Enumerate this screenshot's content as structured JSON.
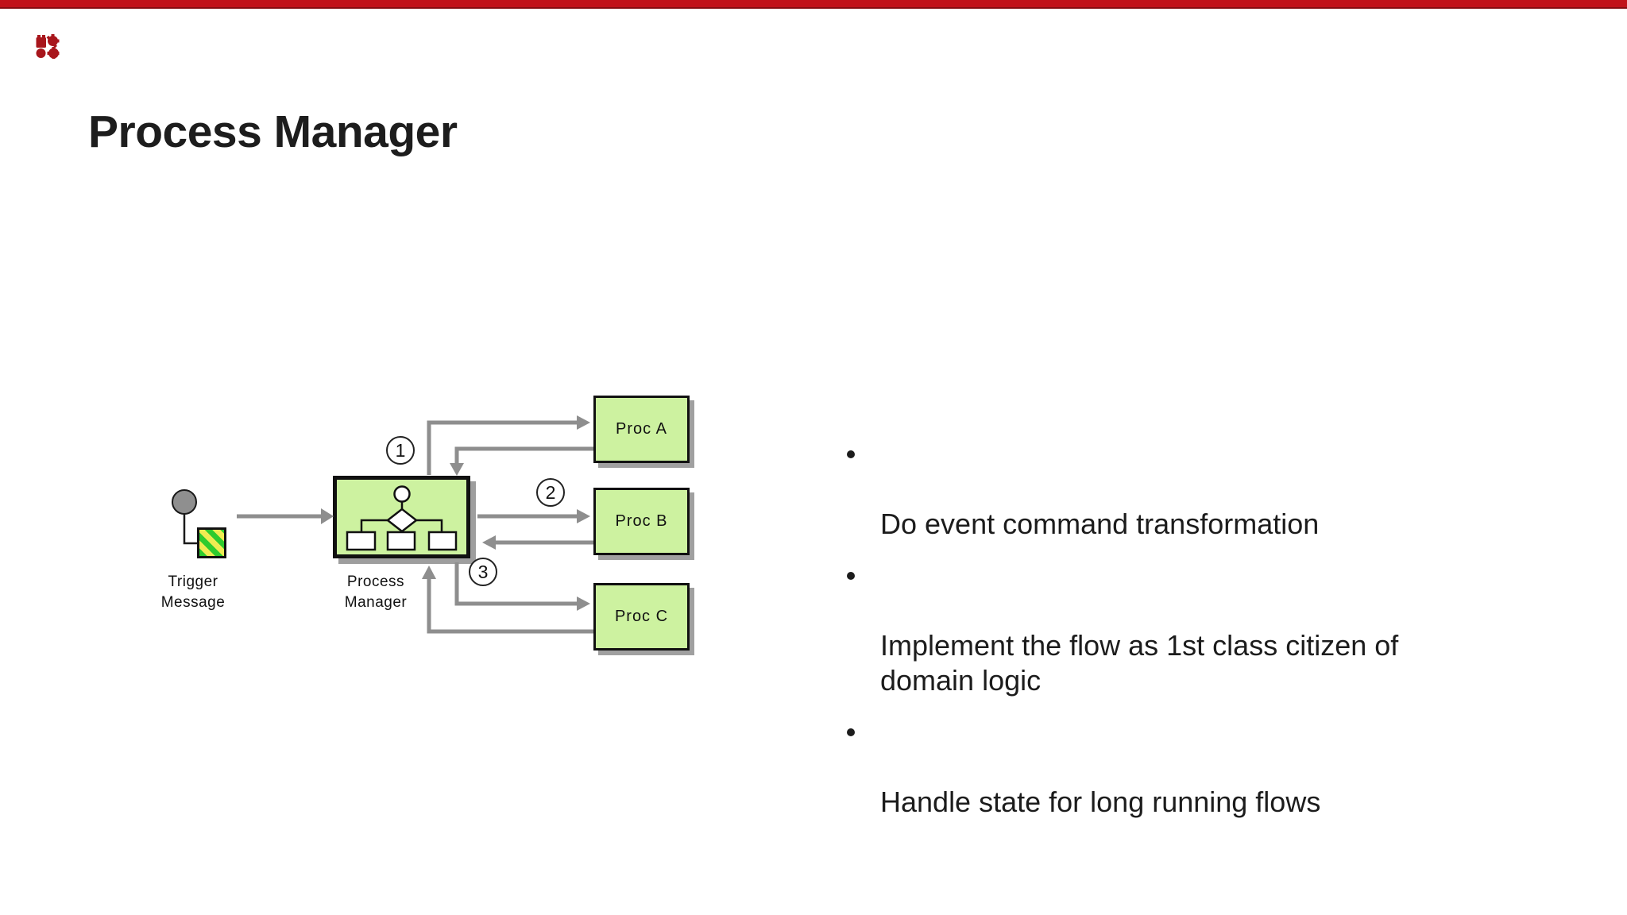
{
  "header": {
    "title": "Process Manager",
    "top_bar_color": "#c1121a",
    "logo_color": "#a8161c"
  },
  "diagram": {
    "trigger": {
      "label": "Trigger\nMessage"
    },
    "process_manager": {
      "label": "Process\nManager"
    },
    "processes": [
      {
        "label": "Proc A"
      },
      {
        "label": "Proc B"
      },
      {
        "label": "Proc C"
      }
    ],
    "step_numbers": [
      "1",
      "2",
      "3"
    ],
    "colors": {
      "box_fill": "#cdf2a0",
      "box_border": "#111111",
      "arrow_gray": "#8e8e8e",
      "shadow_gray": "#9e9e9e",
      "trigger_circle_fill": "#8f8f8f",
      "stripe_green": "#2ecb2e",
      "stripe_yellow": "#efec52"
    }
  },
  "bullets": {
    "items": [
      {
        "text": "Do event command transformation"
      },
      {
        "text": "Implement the flow as 1st class citizen of\ndomain logic"
      },
      {
        "text": "Handle state for long running flows"
      }
    ]
  }
}
